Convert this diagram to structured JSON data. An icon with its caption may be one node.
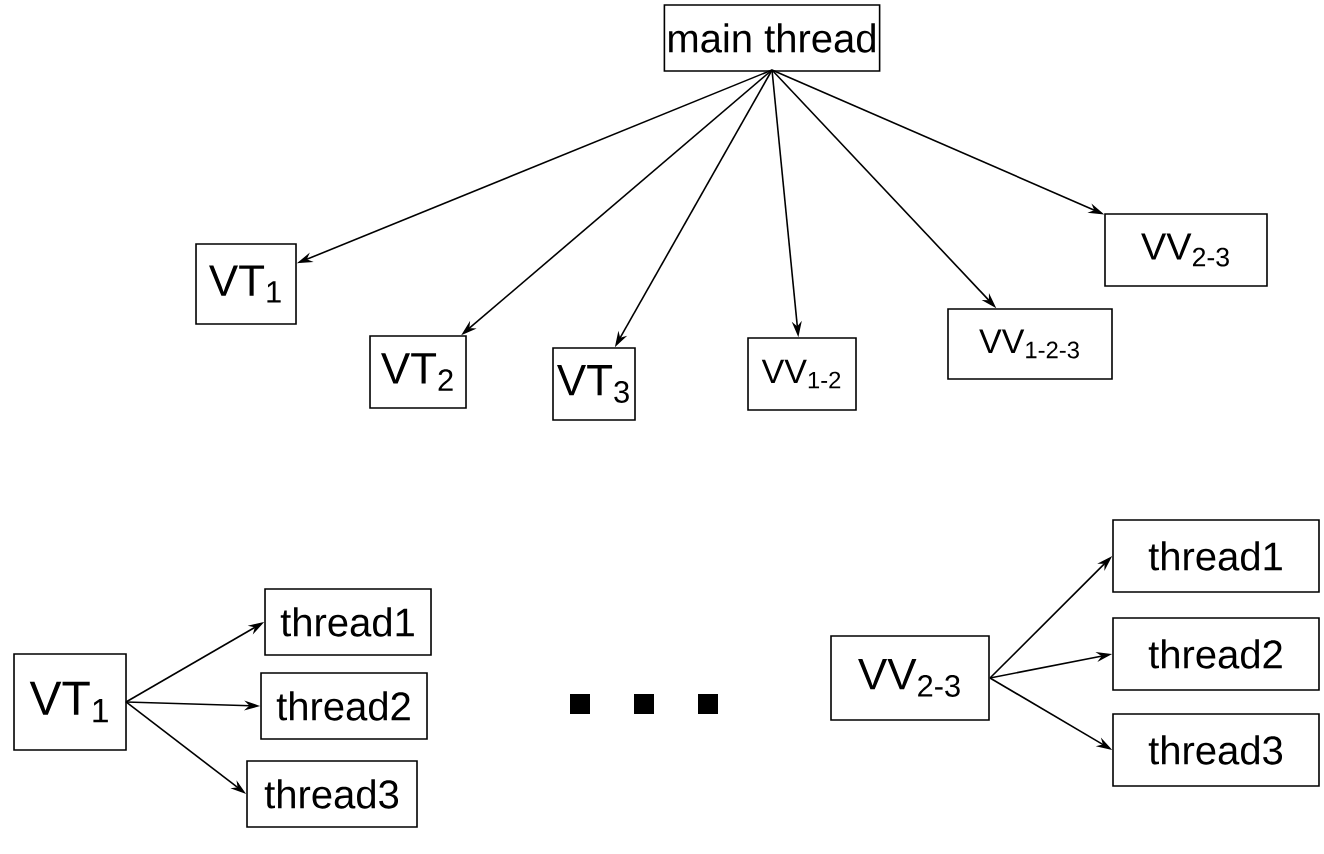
{
  "diagram": {
    "nodes": [
      {
        "text": [
          "main thread"
        ]
      },
      {
        "text": [
          "VT$_{1}$"
        ]
      },
      {
        "text": [
          "VT$_{2}$"
        ]
      },
      {
        "text": [
          "VT$_{3}$"
        ]
      },
      {
        "text": [
          "VV$_{1-2}$"
        ]
      },
      {
        "text": [
          "VV$_{1-2-3}$"
        ]
      },
      {
        "text": [
          "VV$_{2-3}$"
        ]
      },
      {
        "text": [
          "VT$_{1}$"
        ]
      },
      {
        "text": [
          "thread1"
        ]
      },
      {
        "text": [
          "thread2"
        ]
      },
      {
        "text": [
          "thread3"
        ]
      },
      {
        "text": [
          "VV$_{2-3}$"
        ]
      },
      {
        "text": [
          "thread1"
        ]
      },
      {
        "text": [
          "thread2"
        ]
      },
      {
        "text": [
          "thread3"
        ]
      }
    ],
    "edges": [
      {
        "from": 0,
        "to": 1,
        "arrow": "to"
      },
      {
        "from": 0,
        "to": 2,
        "arrow": "to"
      },
      {
        "from": 0,
        "to": 3,
        "arrow": "to"
      },
      {
        "from": 0,
        "to": 4,
        "arrow": "to"
      },
      {
        "from": 0,
        "to": 5,
        "arrow": "to"
      },
      {
        "from": 0,
        "to": 6,
        "arrow": "to"
      },
      {
        "from": 7,
        "to": 8,
        "arrow": "to"
      },
      {
        "from": 7,
        "to": 9,
        "arrow": "to"
      },
      {
        "from": 7,
        "to": 10,
        "arrow": "to"
      },
      {
        "from": 11,
        "to": 12,
        "arrow": "to"
      },
      {
        "from": 11,
        "to": 13,
        "arrow": "to"
      },
      {
        "from": 11,
        "to": 14,
        "arrow": "to"
      }
    ]
  }
}
